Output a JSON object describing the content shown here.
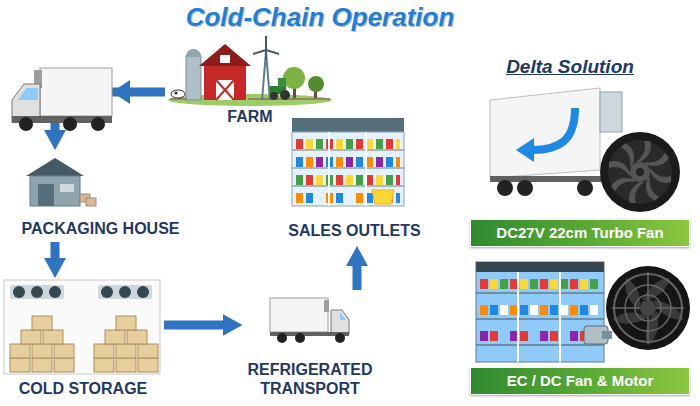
{
  "diagram": {
    "title": "Cold-Chain Operation",
    "nodes": [
      {
        "text": [
          "FARM"
        ]
      },
      {
        "text": [
          "PACKAGING HOUSE"
        ]
      },
      {
        "text": [
          "COLD STORAGE"
        ]
      },
      {
        "text": [
          "REFRIGERATED TRANSPORT"
        ]
      },
      {
        "text": [
          "SALES OUTLETS"
        ]
      },
      {
        "text": [
          "DC27V 22cm Turbo Fan"
        ]
      },
      {
        "text": [
          "EC / DC Fan & Motor"
        ]
      }
    ],
    "edges": [
      {
        "from": 0,
        "to": 1,
        "arrow": "to"
      },
      {
        "from": 1,
        "to": 2,
        "arrow": "to"
      },
      {
        "from": 2,
        "to": 3,
        "arrow": "to"
      },
      {
        "from": 3,
        "to": 4,
        "arrow": "to"
      }
    ],
    "labels": [
      "Delta Solution"
    ]
  }
}
